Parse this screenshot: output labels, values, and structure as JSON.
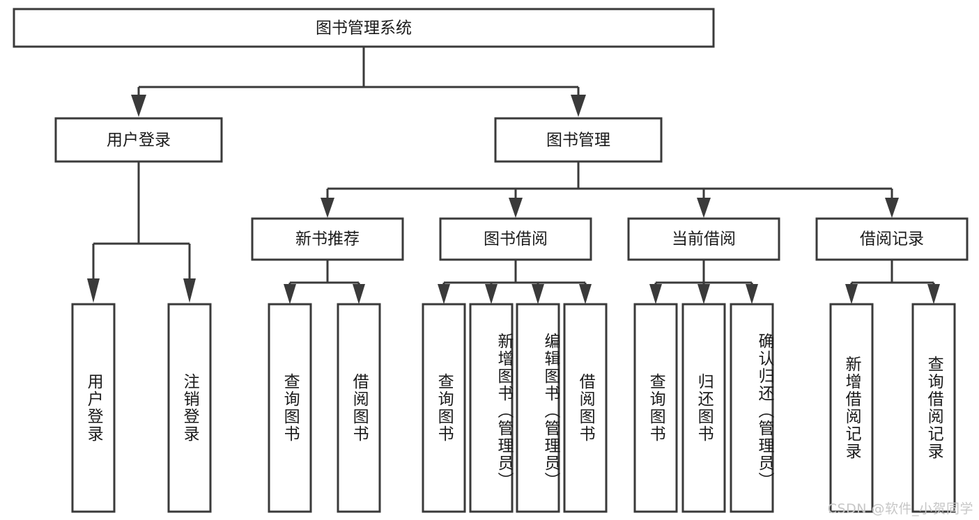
{
  "diagram": {
    "title_node": {
      "label": "图书管理系统"
    },
    "level2": [
      {
        "id": "user-login",
        "label": "用户登录"
      },
      {
        "id": "book-management",
        "label": "图书管理"
      }
    ],
    "level3": [
      {
        "id": "new-book-recommend",
        "label": "新书推荐"
      },
      {
        "id": "book-borrow",
        "label": "图书借阅"
      },
      {
        "id": "current-borrow",
        "label": "当前借阅"
      },
      {
        "id": "borrow-record",
        "label": "借阅记录"
      }
    ],
    "leaves": [
      {
        "id": "leaf-user-login",
        "label": "用户登录",
        "parent": "user-login"
      },
      {
        "id": "leaf-logout-login",
        "label": "注销登录",
        "parent": "user-login"
      },
      {
        "id": "leaf-query-book-1",
        "label": "查询图书",
        "parent": "new-book-recommend"
      },
      {
        "id": "leaf-borrow-book-1",
        "label": "借阅图书",
        "parent": "new-book-recommend"
      },
      {
        "id": "leaf-query-book-2",
        "label": "查询图书",
        "parent": "book-borrow"
      },
      {
        "id": "leaf-add-book",
        "label": "新增图书（管理员）",
        "parent": "book-borrow"
      },
      {
        "id": "leaf-edit-book",
        "label": "编辑图书（管理员）",
        "parent": "book-borrow"
      },
      {
        "id": "leaf-borrow-book-2",
        "label": "借阅图书",
        "parent": "book-borrow"
      },
      {
        "id": "leaf-query-book-3",
        "label": "查询图书",
        "parent": "current-borrow"
      },
      {
        "id": "leaf-return-book",
        "label": "归还图书",
        "parent": "current-borrow"
      },
      {
        "id": "leaf-confirm-return",
        "label": "确认归还（管理员）",
        "parent": "current-borrow"
      },
      {
        "id": "leaf-add-record",
        "label": "新增借阅记录",
        "parent": "borrow-record"
      },
      {
        "id": "leaf-query-record",
        "label": "查询借阅记录",
        "parent": "borrow-record"
      }
    ],
    "colors": {
      "stroke": "#3a3a3a",
      "fill": "#ffffff",
      "text": "#1a1a1a",
      "watermark": "#c7c7c7"
    }
  },
  "watermark": {
    "text": "CSDN @软件_小贺同学"
  }
}
